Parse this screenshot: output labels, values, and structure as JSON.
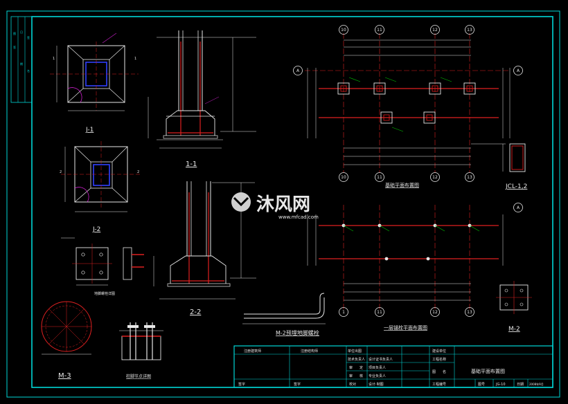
{
  "sheet": {
    "background": "#000000",
    "frame_color": "#00d7d7",
    "column_color": "#e8e8e8",
    "grid_color": "#e02020",
    "rebar_color": "#3040ff",
    "dim_color": "#00c000",
    "leader_color": "#d020d0"
  },
  "axes": {
    "top_columns": [
      "10",
      "11",
      "12",
      "13"
    ],
    "bottom_columns": [
      "10",
      "11",
      "12",
      "13"
    ],
    "lower_columns": [
      "1",
      "11",
      "12",
      "13"
    ],
    "row_a_top": "A",
    "row_a_bottom": "A"
  },
  "labels": {
    "j1": "J-1",
    "j2": "J-2",
    "s11": "1-1",
    "s22": "2-2",
    "m2_anchor": "M-2预埋地脚螺栓",
    "foundation_plan": "基础平面布置图",
    "first_floor_plan": "一层锚栓平面布置图",
    "jcl": "JCL-1,2",
    "m2": "M-2",
    "m3": "M-3",
    "column_detail": "柱脚节点详图",
    "anchor_note": "地脚螺栓详图",
    "watermark": "沐风网",
    "watermark_url": "www.mfcad.com"
  },
  "title_block": {
    "r1": [
      "注册建筑师",
      "注册结构师",
      "单位出图",
      "建设单位"
    ],
    "r2": [
      "技术负责人",
      "设计证书负责人",
      "工程名称"
    ],
    "r3": [
      "审　　定",
      "项目负责人",
      "图　　名",
      "基础平面布置图"
    ],
    "r4": [
      "审　　核",
      "专业负责人"
    ],
    "r5": [
      "签字",
      "签字",
      "校对",
      "设计·制图",
      "工程编号",
      "图号",
      "JG-10",
      "日期"
    ],
    "date_value": "2008年9月"
  }
}
